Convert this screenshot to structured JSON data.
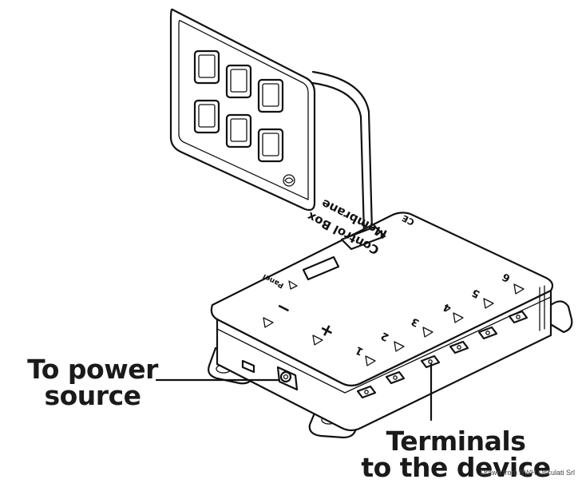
{
  "panel": {
    "button_count": 6
  },
  "control_box": {
    "title_line1": "Membrane",
    "title_line2": "Control Box",
    "ce_mark": "CE",
    "panel_label": "Panel",
    "minus_label": "−",
    "plus_label": "+",
    "terminal_numbers": [
      "1",
      "2",
      "3",
      "4",
      "5",
      "6"
    ]
  },
  "callouts": {
    "power_line1": "To power",
    "power_line2": "source",
    "terminals_line1": "Terminals",
    "terminals_line2": "to the device"
  },
  "credit": "Drawn from BWH Osculati Srl",
  "colors": {
    "line": "#111111",
    "background": "#ffffff"
  }
}
